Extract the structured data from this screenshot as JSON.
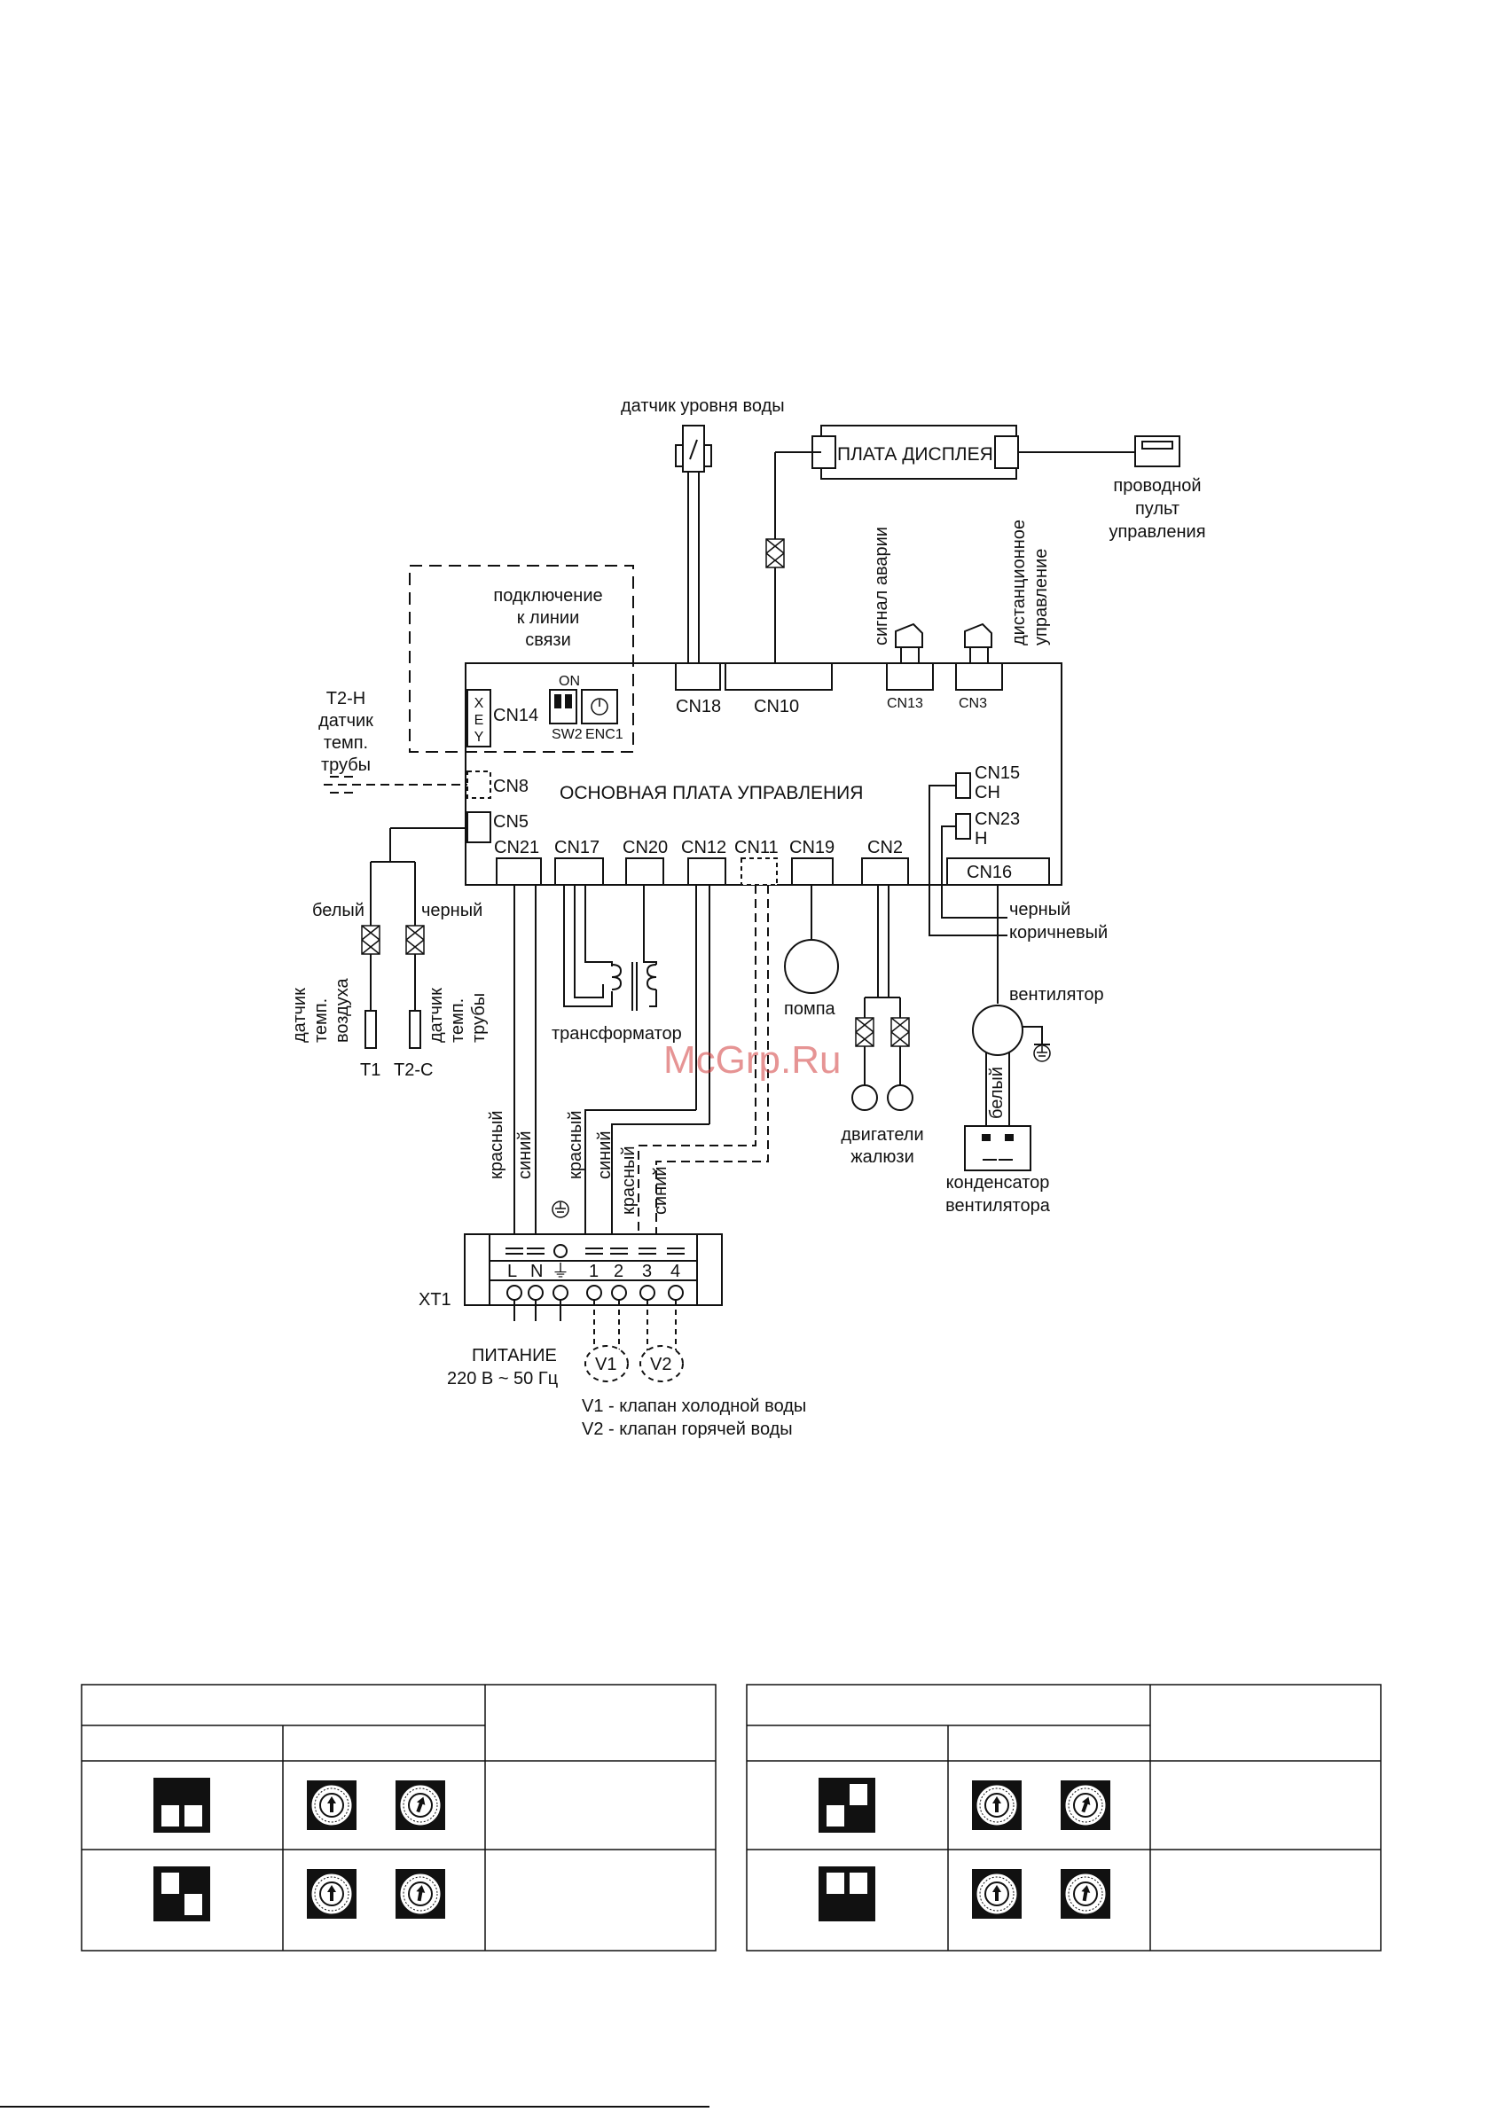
{
  "diagram": {
    "main_board": "ОСНОВНАЯ ПЛАТА УПРАВЛЕНИЯ",
    "display_board": "ПЛАТА ДИСПЛЕЯ",
    "water_level_sensor": "датчик уровня воды",
    "wired_controller": [
      "проводной",
      "пульт",
      "управления"
    ],
    "alarm_signal": "сигнал аварии",
    "remote_control": [
      "дистанционное",
      "управление"
    ],
    "comm_line": [
      "подключение",
      "к линии",
      "связи"
    ],
    "t2h_sensor": [
      "T2-H",
      "датчик",
      "темп.",
      "трубы"
    ],
    "connectors": {
      "cn14": "CN14",
      "cn18": "CN18",
      "cn10": "CN10",
      "cn13": "CN13",
      "cn3": "CN3",
      "cn8": "CN8",
      "cn5": "CN5",
      "cn15": "CN15",
      "ch": "CH",
      "cn23": "CN23",
      "h": "H",
      "cn16": "CN16",
      "cn21": "CN21",
      "cn17": "CN17",
      "cn20": "CN20",
      "cn12": "CN12",
      "cn11": "CN11",
      "cn19": "CN19",
      "cn2": "CN2"
    },
    "xey": [
      "X",
      "E",
      "Y"
    ],
    "sw_on": "ON",
    "sw2": "SW2",
    "enc1": "ENC1",
    "white": "белый",
    "black": "черный",
    "air_sensor": [
      "датчик",
      "темп.",
      "воздуха"
    ],
    "pipe_sensor": [
      "датчик",
      "темп.",
      "трубы"
    ],
    "t1": "T1",
    "t2c": "T2-C",
    "transformer": "трансформатор",
    "pump": "помпа",
    "louver_motors": [
      "двигатели",
      "жалюзи"
    ],
    "fan_black": "черный",
    "fan_brown": "коричневый",
    "fan": "вентилятор",
    "fan_white": "белый",
    "fan_capacitor": [
      "конденсатор",
      "вентилятора"
    ],
    "red": "красный",
    "blue": "синий",
    "terminal_block": "XT1",
    "terminals": [
      "L",
      "N",
      "⏚",
      "1",
      "2",
      "3",
      "4"
    ],
    "power": [
      "ПИТАНИЕ",
      "220 В ~ 50 Гц"
    ],
    "v1": "V1",
    "v2": "V2",
    "legend": [
      "V1 - клапан холодной воды",
      "V2 - клапан горячей воды"
    ],
    "watermark": "McGrp.Ru"
  },
  "tables": [
    {
      "rows": [
        {
          "switch_on": [
            "top",
            "top"
          ]
        },
        {
          "switch_on": [
            "bottom",
            "top"
          ]
        }
      ]
    },
    {
      "rows": [
        {
          "switch_on": [
            "top",
            "bottom"
          ]
        },
        {
          "switch_on": [
            "bottom",
            "bottom"
          ]
        }
      ]
    }
  ]
}
